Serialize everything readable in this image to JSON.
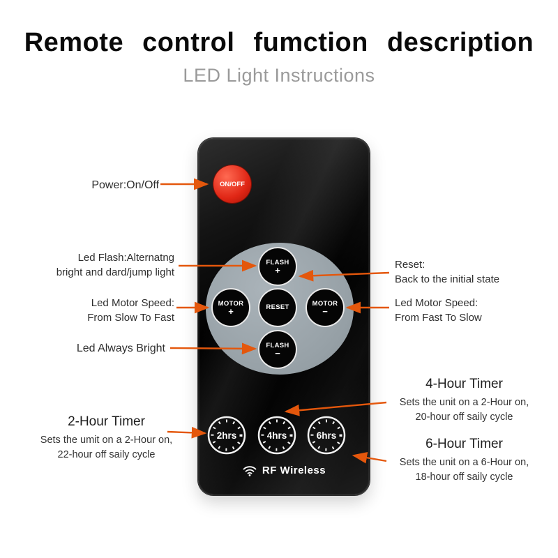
{
  "header": {
    "title": "Remote control fumction description",
    "subtitle": "LED Light Instructions"
  },
  "remote": {
    "power": "ON/OFF",
    "pad": {
      "flash_plus": {
        "label": "FLASH",
        "sign": "+"
      },
      "motor_plus": {
        "label": "MOTOR",
        "sign": "+"
      },
      "reset": {
        "label": "RESET"
      },
      "motor_minus": {
        "label": "MOTOR",
        "sign": "−"
      },
      "flash_minus": {
        "label": "FLASH",
        "sign": "−"
      }
    },
    "timers": [
      {
        "label": "2hrs"
      },
      {
        "label": "4hrs"
      },
      {
        "label": "6hrs"
      }
    ],
    "brand": "RF Wireless"
  },
  "annotations": {
    "power": {
      "text": "Power:On/Off"
    },
    "led_flash": {
      "line1": "Led Flash:Alternatng",
      "line2": "bright and dard/jump light"
    },
    "motor_left": {
      "line1": "Led Motor Speed:",
      "line2": "From Slow To Fast"
    },
    "led_always": {
      "text": "Led Always Bright"
    },
    "reset": {
      "line1": "Reset:",
      "line2": "Back to the initial state"
    },
    "motor_right": {
      "line1": "Led Motor Speed:",
      "line2": "From Fast To Slow"
    },
    "timer2": {
      "heading": "2-Hour Timer",
      "line1": "Sets the umit on a 2-Hour on,",
      "line2": "22-hour off saily cycle"
    },
    "timer4": {
      "heading": "4-Hour Timer",
      "line1": "Sets the unit on a 2-Hour on,",
      "line2": "20-hour off saily cycle"
    },
    "timer6": {
      "heading": "6-Hour Timer",
      "line1": "Sets the unit on a 6-Hour on,",
      "line2": "18-hour off saily cycle"
    }
  },
  "colors": {
    "accent_arrow": "#e4570c",
    "pad_gray": "#9aa4aa",
    "power_red": "#d92313",
    "remote_black": "#0a0a0a"
  }
}
